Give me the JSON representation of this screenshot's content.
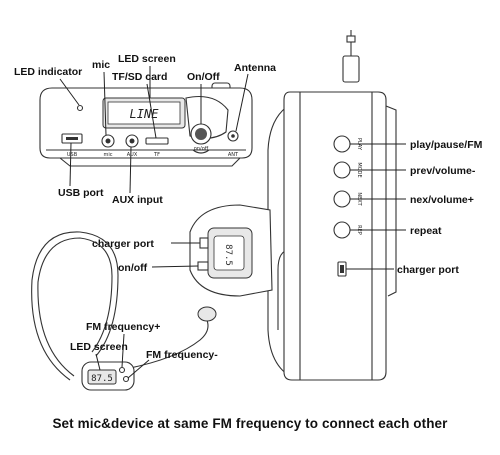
{
  "labels": {
    "led_indicator": "LED indicator",
    "mic": "mic",
    "led_screen_top": "LED screen",
    "tf_sd_card": "TF/SD card",
    "on_off_top": "On/Off",
    "antenna": "Antenna",
    "usb_port": "USB port",
    "aux_input": "AUX input",
    "play_pause_fm": "play/pause/FM",
    "prev_volume": "prev/volume-",
    "next_volume": "nex/volume+",
    "repeat": "repeat",
    "charger_port_right": "charger port",
    "charger_port_mid": "charger port",
    "on_off_mid": "on/off",
    "fm_frequency_plus": "FM frequency+",
    "led_screen_headset": "LED screen",
    "fm_frequency_minus": "FM frequency-"
  },
  "device_screen_text": "LINE",
  "headset_screen_text": "87.5",
  "caption": "Set mic&device at same FM frequency to connect each other",
  "port_marks": [
    "USB",
    "mic",
    "AUX",
    "TF",
    "on/off",
    "ANT"
  ],
  "side_button_marks": [
    "PLAY",
    "MODE",
    "NEXT",
    "REP"
  ]
}
